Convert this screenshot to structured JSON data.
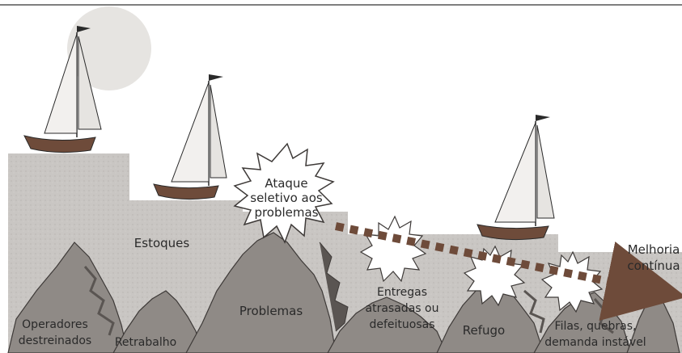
{
  "labels": {
    "ataque_line1": "Ataque",
    "ataque_line2": "seletivo aos",
    "ataque_line3": "problemas",
    "estoques": "Estoques",
    "melhoria_line1": "Melhoria",
    "melhoria_line2": "contínua",
    "problemas": "Problemas",
    "entregas_line1": "Entregas",
    "entregas_line2": "atrasadas ou",
    "entregas_line3": "defeituosas",
    "refugo": "Refugo",
    "filas_line1": "Filas, quebras,",
    "filas_line2": "demanda instável",
    "operadores_line1": "Operadores",
    "operadores_line2": "destreinados",
    "retrabalho": "Retrabalho"
  },
  "colors": {
    "water": "#c9c6c3",
    "rock": "#8f8a86",
    "rock_dark": "#5a5552",
    "arrow": "#6e4b3a",
    "sun": "#e6e4e1"
  },
  "icons": [
    "sun-icon",
    "sailboat-icon",
    "explosion-icon",
    "arrow-icon"
  ]
}
